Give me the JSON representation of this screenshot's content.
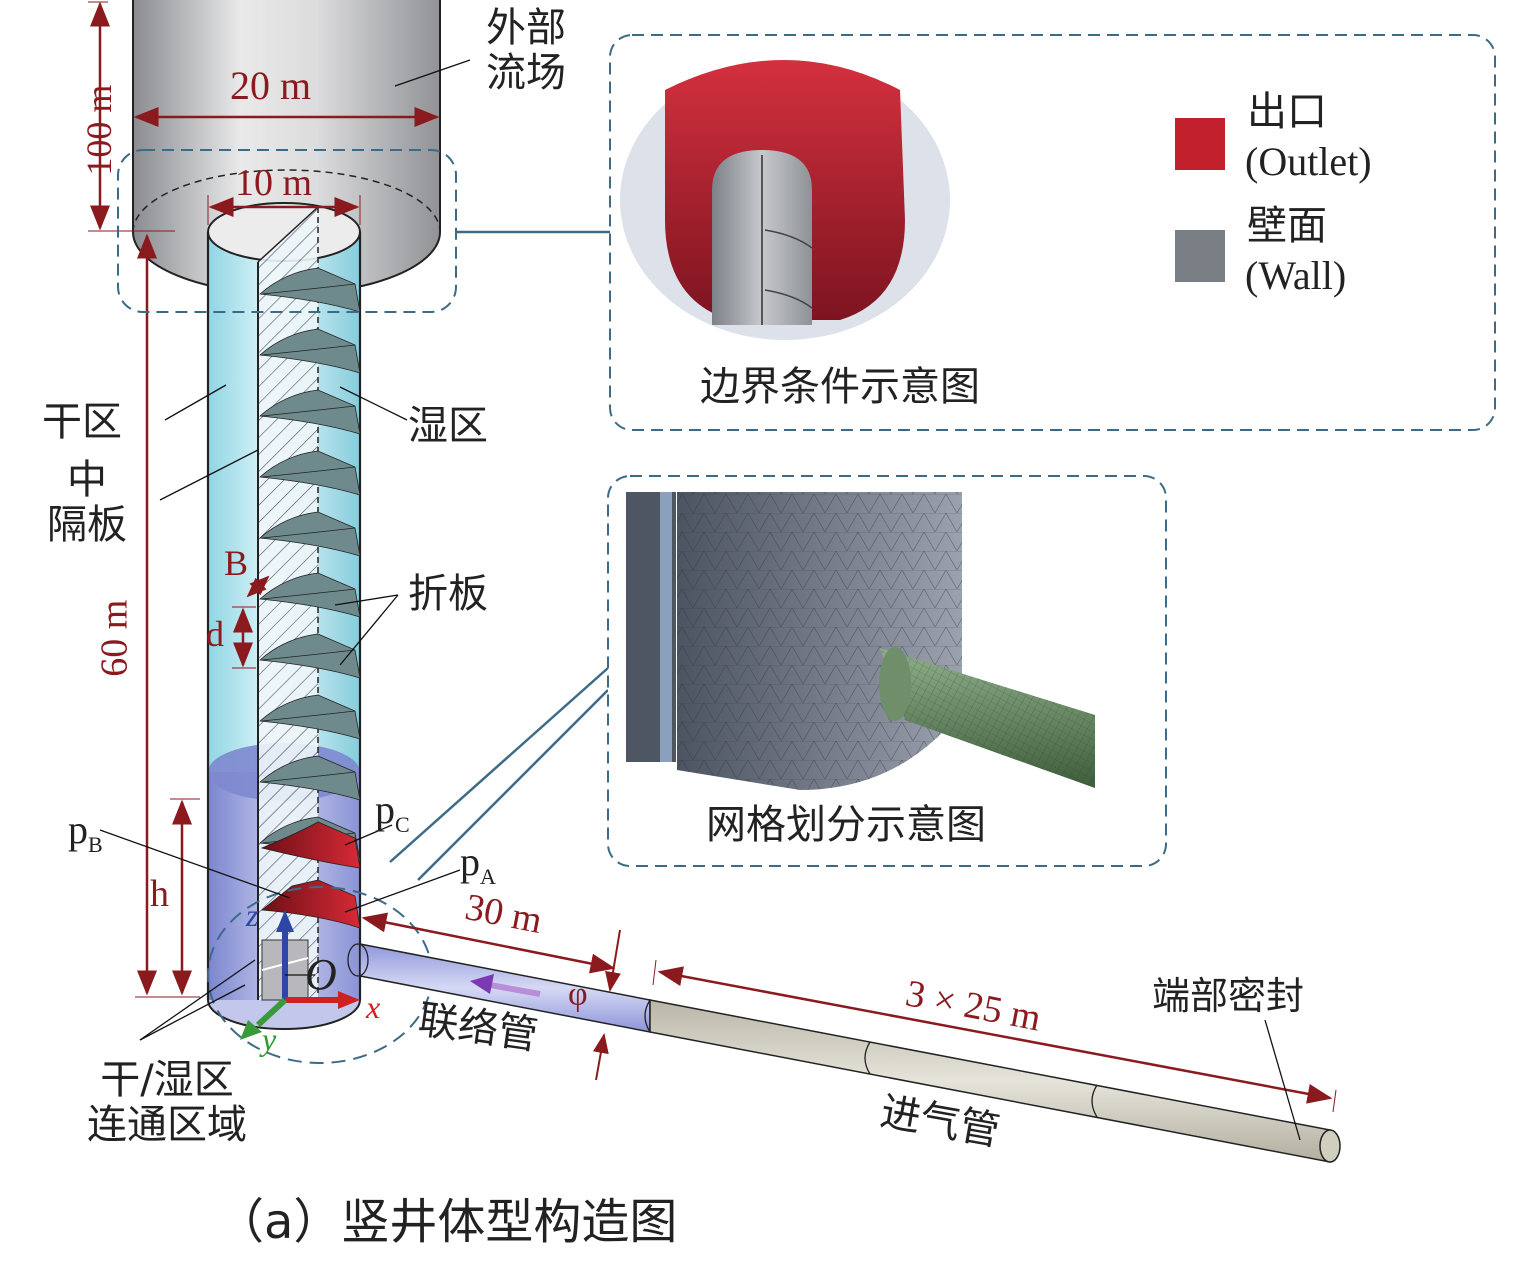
{
  "caption": "（a）竖井体型构造图",
  "colors": {
    "dimension": "#8b1a1f",
    "callout_border": "#3d6a86",
    "outlet": "#c3202e",
    "wall": "#7a7f86",
    "connector_pipe": "#9aa3e0",
    "intake_pipe": "#cfccbf",
    "mesh_pipe": "#5d7f5a"
  },
  "dimensions": {
    "outer_height": "100 m",
    "outer_diameter": "20 m",
    "shaft_diameter": "10 m",
    "shaft_height": "60 m",
    "baffle_width": "B",
    "baffle_spacing": "d",
    "height_h": "h",
    "connector_length": "30 m",
    "pipe_diameter": "φ",
    "intake_length": "3 × 25 m"
  },
  "labels": {
    "external_flow": [
      "外部",
      "流场"
    ],
    "dry_zone": "干区",
    "mid_partition": [
      "中",
      "隔板"
    ],
    "wet_zone": "湿区",
    "baffles": "折板",
    "connection_zone": [
      "干/湿区",
      "连通区域"
    ],
    "connector_pipe": "联络管",
    "intake_pipe": "进气管",
    "end_seal": "端部密封",
    "point_a": "p",
    "point_a_sub": "A",
    "point_b": "p",
    "point_b_sub": "B",
    "point_c": "p",
    "point_c_sub": "C",
    "origin": "O",
    "axis_x": "x",
    "axis_y": "y",
    "axis_z": "z"
  },
  "boundary_panel": {
    "title": "边界条件示意图",
    "legend": [
      {
        "name": "出口",
        "en": "(Outlet)",
        "color": "#c3202e"
      },
      {
        "name": "壁面",
        "en": "(Wall)",
        "color": "#7a7f86"
      }
    ]
  },
  "mesh_panel": {
    "title": "网格划分示意图"
  }
}
